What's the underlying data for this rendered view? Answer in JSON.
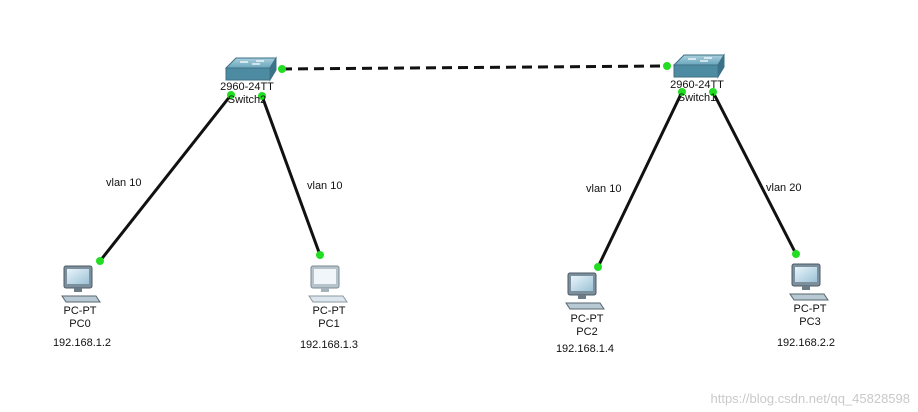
{
  "switches": [
    {
      "id": "sw2",
      "model": "2960-24TT",
      "name": "Switch2"
    },
    {
      "id": "sw1",
      "model": "2960-24TT",
      "name": "Switch1"
    }
  ],
  "pcs": [
    {
      "id": "pc0",
      "type": "PC-PT",
      "name": "PC0",
      "ip": "192.168.1.2",
      "vlan": "vlan 10"
    },
    {
      "id": "pc1",
      "type": "PC-PT",
      "name": "PC1",
      "ip": "192.168.1.3",
      "vlan": "vlan 10"
    },
    {
      "id": "pc2",
      "type": "PC-PT",
      "name": "PC2",
      "ip": "192.168.1.4",
      "vlan": "vlan 10"
    },
    {
      "id": "pc3",
      "type": "PC-PT",
      "name": "PC3",
      "ip": "192.168.2.2",
      "vlan": "vlan 20"
    }
  ],
  "links": [
    {
      "from": "sw2",
      "to": "sw1",
      "style": "dashed",
      "status": "up"
    },
    {
      "from": "sw2",
      "to": "pc0",
      "style": "solid",
      "status": "up"
    },
    {
      "from": "sw2",
      "to": "pc1",
      "style": "solid",
      "status": "up"
    },
    {
      "from": "sw1",
      "to": "pc2",
      "style": "solid",
      "status": "up"
    },
    {
      "from": "sw1",
      "to": "pc3",
      "style": "solid",
      "status": "up"
    }
  ],
  "colors": {
    "link": "#111111",
    "port_up": "#22dd22",
    "switch": "#5a93a8",
    "pc_screen": "#cfe3ef"
  },
  "watermark": "https://blog.csdn.net/qq_45828598"
}
